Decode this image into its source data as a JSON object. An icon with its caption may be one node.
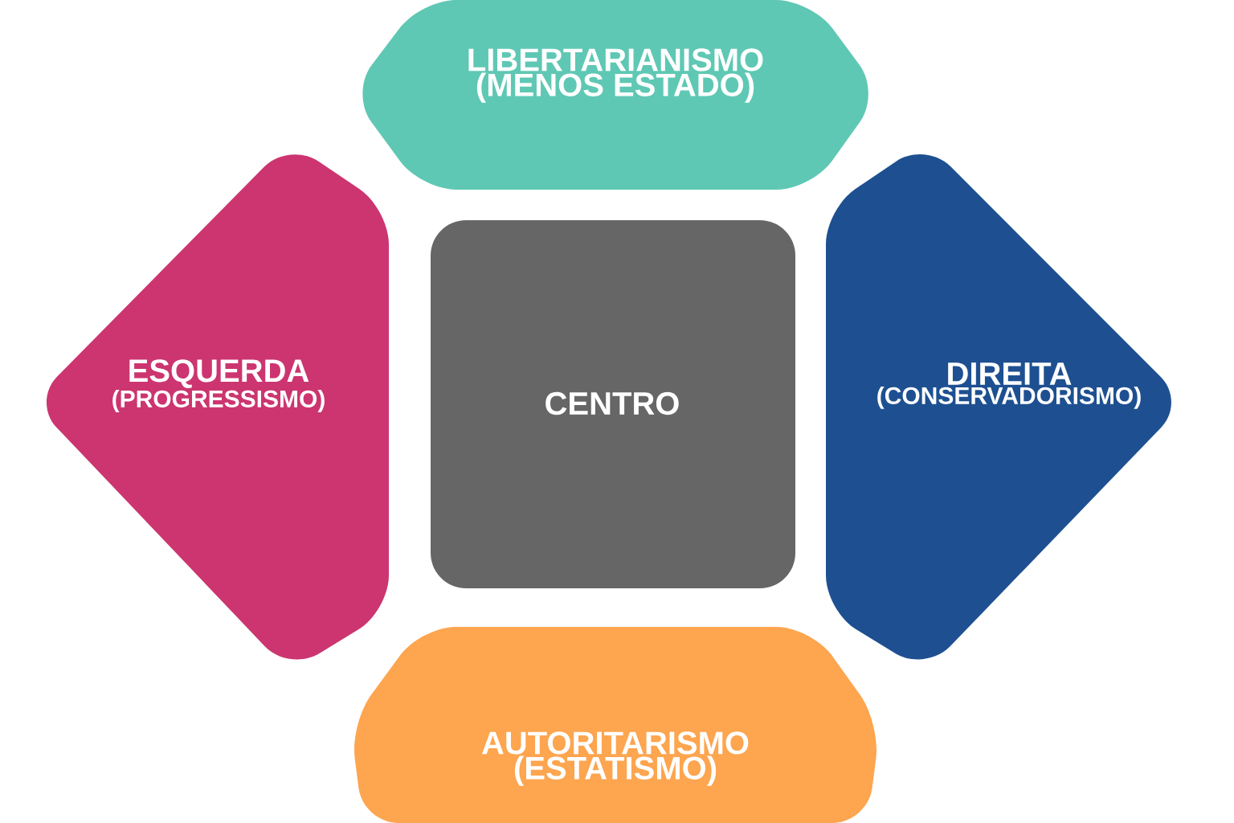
{
  "diagram": {
    "nodes": [
      {
        "text": [
          "LIBERTARIANISMO",
          "(MENOS ESTADO)"
        ]
      },
      {
        "text": [
          "ESQUERDA",
          "(PROGRESSISMO)"
        ]
      },
      {
        "text": [
          "CENTRO"
        ]
      },
      {
        "text": [
          "DIREITA",
          "(CONSERVADORISMO)"
        ]
      },
      {
        "text": [
          "AUTORITARISMO",
          "(ESTATISMO)"
        ]
      }
    ]
  }
}
